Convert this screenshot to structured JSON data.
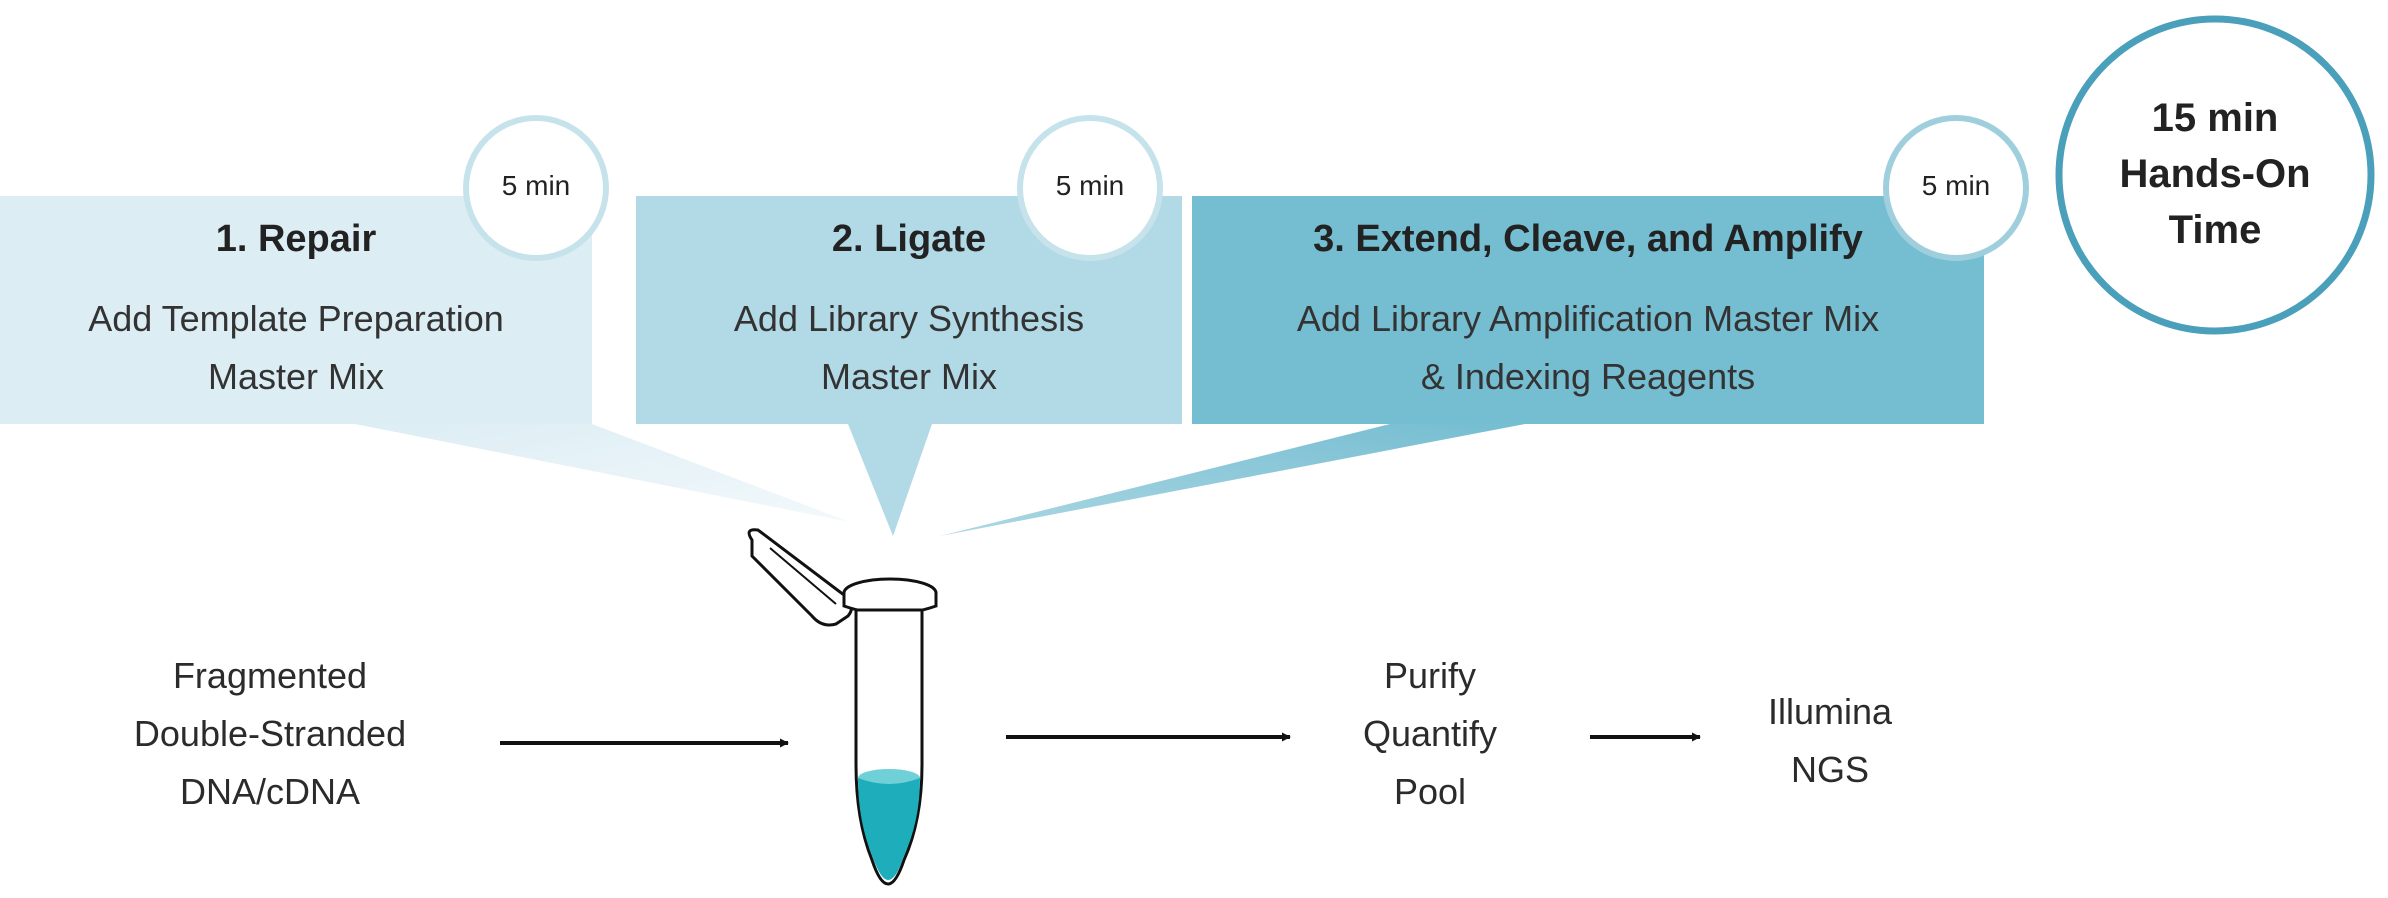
{
  "colors": {
    "panel_1": "#dcedf4",
    "panel_2": "#b2d9e6",
    "panel_3": "#75bdd1",
    "circle_border": "#bcdde8",
    "total_circle_border": "#4aa0bb",
    "liquid": "#1eaebb",
    "arrow": "#111111"
  },
  "steps": [
    {
      "title": "1. Repair",
      "desc": [
        "Add Template Preparation",
        "Master Mix"
      ],
      "time": "5 min"
    },
    {
      "title": "2. Ligate",
      "desc": [
        "Add Library Synthesis",
        "Master Mix"
      ],
      "time": "5 min"
    },
    {
      "title": "3. Extend, Cleave, and Amplify",
      "desc": [
        "Add Library Amplification Master Mix",
        "& Indexing Reagents"
      ],
      "time": "5 min"
    }
  ],
  "total": {
    "line1": "15 min",
    "line2": "Hands-On",
    "line3": "Time"
  },
  "input_label": [
    "Fragmented",
    "Double-Stranded",
    "DNA/cDNA"
  ],
  "post_processing": [
    "Purify",
    "Quantify",
    "Pool"
  ],
  "output_label": [
    "Illumina",
    "NGS"
  ]
}
